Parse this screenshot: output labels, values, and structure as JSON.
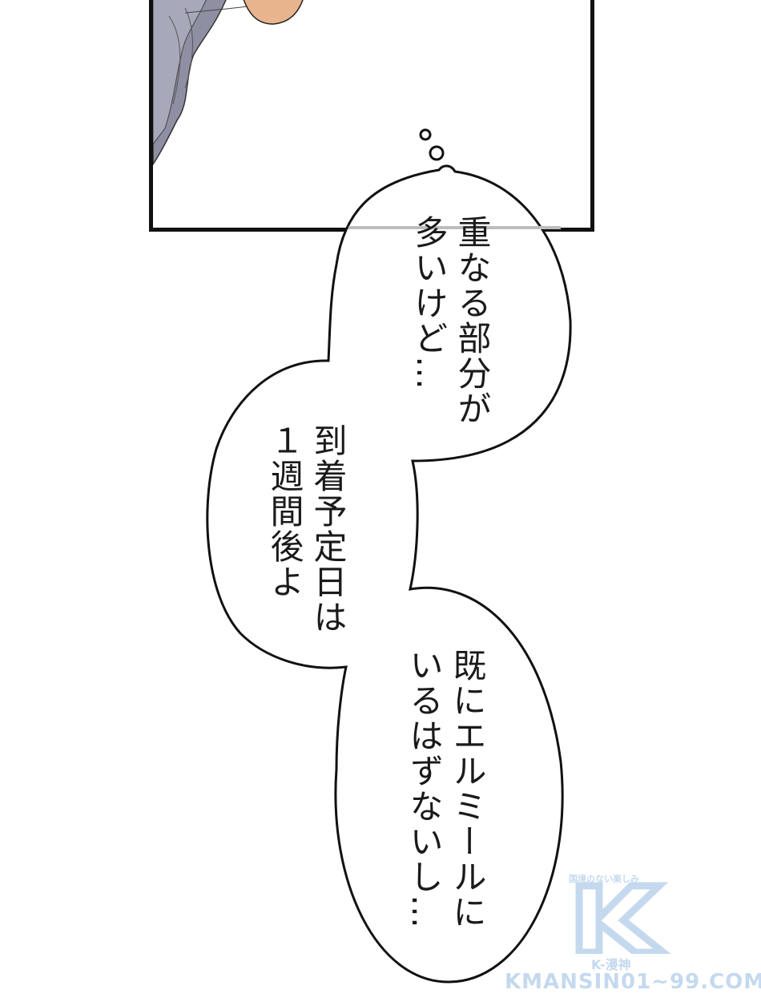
{
  "page": {
    "type": "manga-panel",
    "background": "#ffffff"
  },
  "panel": {
    "border_color": "#111111",
    "hair_color": "#9a9aaa",
    "skin_color": "#e8b48e"
  },
  "thought_bubble": {
    "small_circles": 2
  },
  "speech": {
    "bubble_1": {
      "column_1": "重なる部分が",
      "column_2": "多いけど…"
    },
    "bubble_2": {
      "column_1": "到着予定日は",
      "column_2": "１週間後よ"
    },
    "bubble_3": {
      "column_1": "既にエルミールに",
      "column_2": "いるはずないし…"
    }
  },
  "watermark": {
    "tagline": "国境のない楽しみ",
    "logo_letter": "K",
    "subtitle": "K-漫神",
    "url": "KMANSIN01~99.COM",
    "color": "#c5d9ee"
  }
}
